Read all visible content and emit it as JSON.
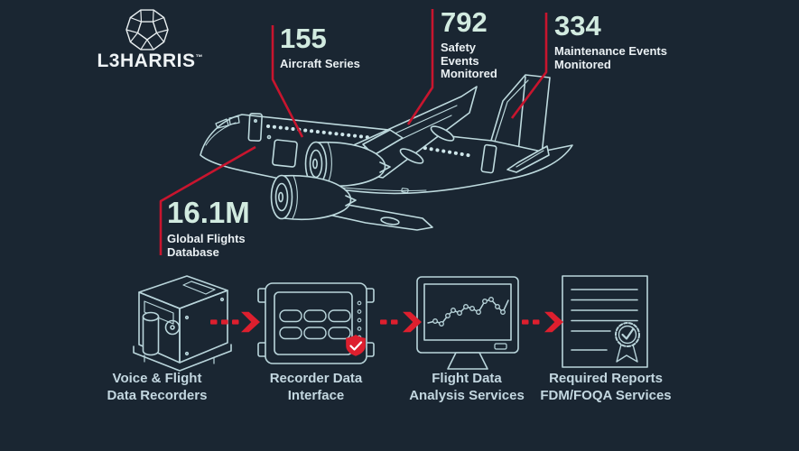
{
  "brand": {
    "wordmark": "L3HARRIS",
    "tm": "™"
  },
  "colors": {
    "background": "#1a2632",
    "line_art": "#bedade",
    "accent_red": "#d51c2e",
    "stat_number_mint": "#d2ebe0",
    "stat_label_white": "#eaf0f3",
    "device_label_blue": "#c3d7e0"
  },
  "stats": [
    {
      "id": "aircraft-series",
      "value": "155",
      "label_lines": [
        "Aircraft Series"
      ]
    },
    {
      "id": "safety-events",
      "value": "792",
      "label_lines": [
        "Safety",
        "Events",
        "Monitored"
      ]
    },
    {
      "id": "maintenance-events",
      "value": "334",
      "label_lines": [
        "Maintenance Events",
        "Monitored"
      ]
    },
    {
      "id": "global-flights",
      "value": "16.1M",
      "label_lines": [
        "Global Flights",
        "Database"
      ]
    }
  ],
  "pipeline": [
    {
      "id": "recorders",
      "icon": "flight-data-recorder-icon",
      "label_lines": [
        "Voice & Flight",
        "Data Recorders"
      ]
    },
    {
      "id": "interface",
      "icon": "recorder-data-interface-icon",
      "label_lines": [
        "Recorder Data",
        "Interface"
      ]
    },
    {
      "id": "analysis",
      "icon": "analysis-monitor-icon",
      "label_lines": [
        "Flight Data",
        "Analysis Services"
      ]
    },
    {
      "id": "reports",
      "icon": "report-document-icon",
      "label_lines": [
        "Required Reports",
        "FDM/FOQA Services"
      ]
    }
  ]
}
